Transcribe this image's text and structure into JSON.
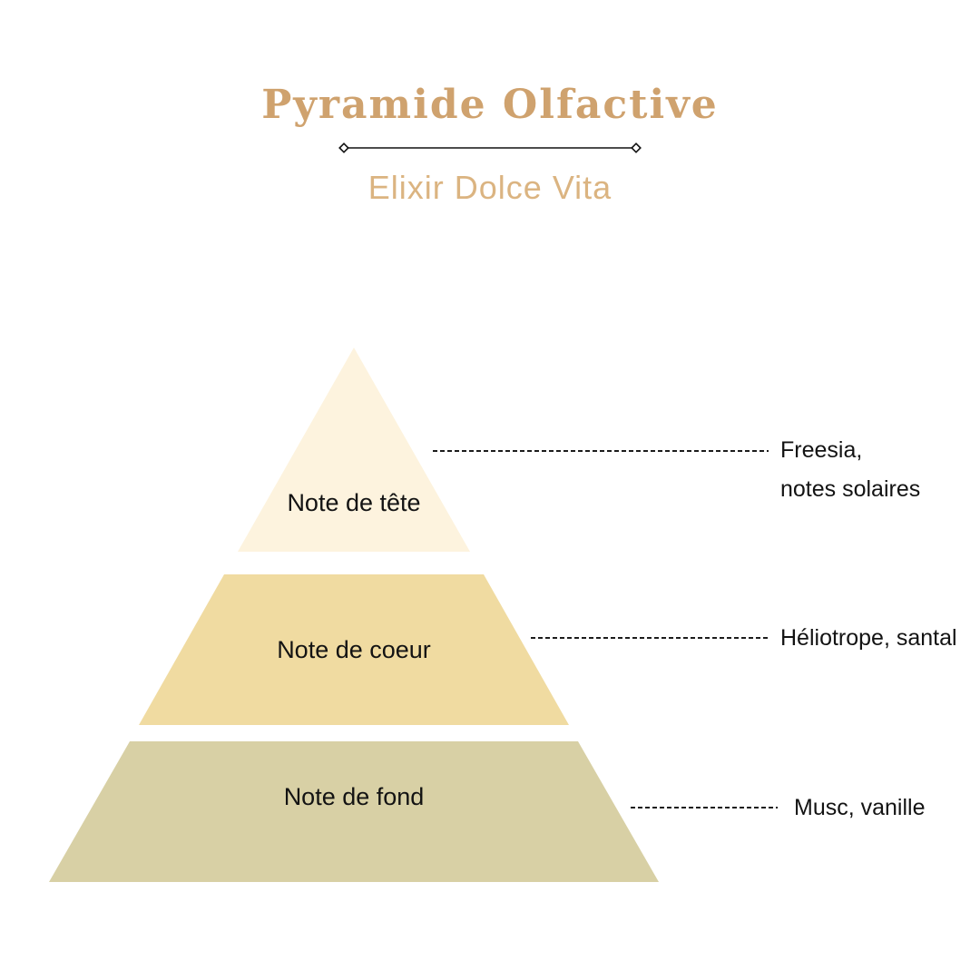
{
  "header": {
    "title": "Pyramide Olfactive",
    "subtitle": "Elixir Dolce Vita"
  },
  "colors": {
    "title": "#cfa26e",
    "subtitle": "#dbb481",
    "text": "#131313",
    "connector": "#1c1c1c",
    "divider": "#111111",
    "background": "#ffffff"
  },
  "pyramid": {
    "levels": [
      {
        "label": "Note de tête",
        "color": "#fdf3de",
        "notes_lines": [
          "Freesia,",
          "notes solaires"
        ]
      },
      {
        "label": "Note de coeur",
        "color": "#f0dba1",
        "notes_lines": [
          "Héliotrope, santal"
        ]
      },
      {
        "label": "Note de fond",
        "color": "#d8d0a5",
        "notes_lines": [
          "Musc, vanille"
        ]
      }
    ]
  }
}
